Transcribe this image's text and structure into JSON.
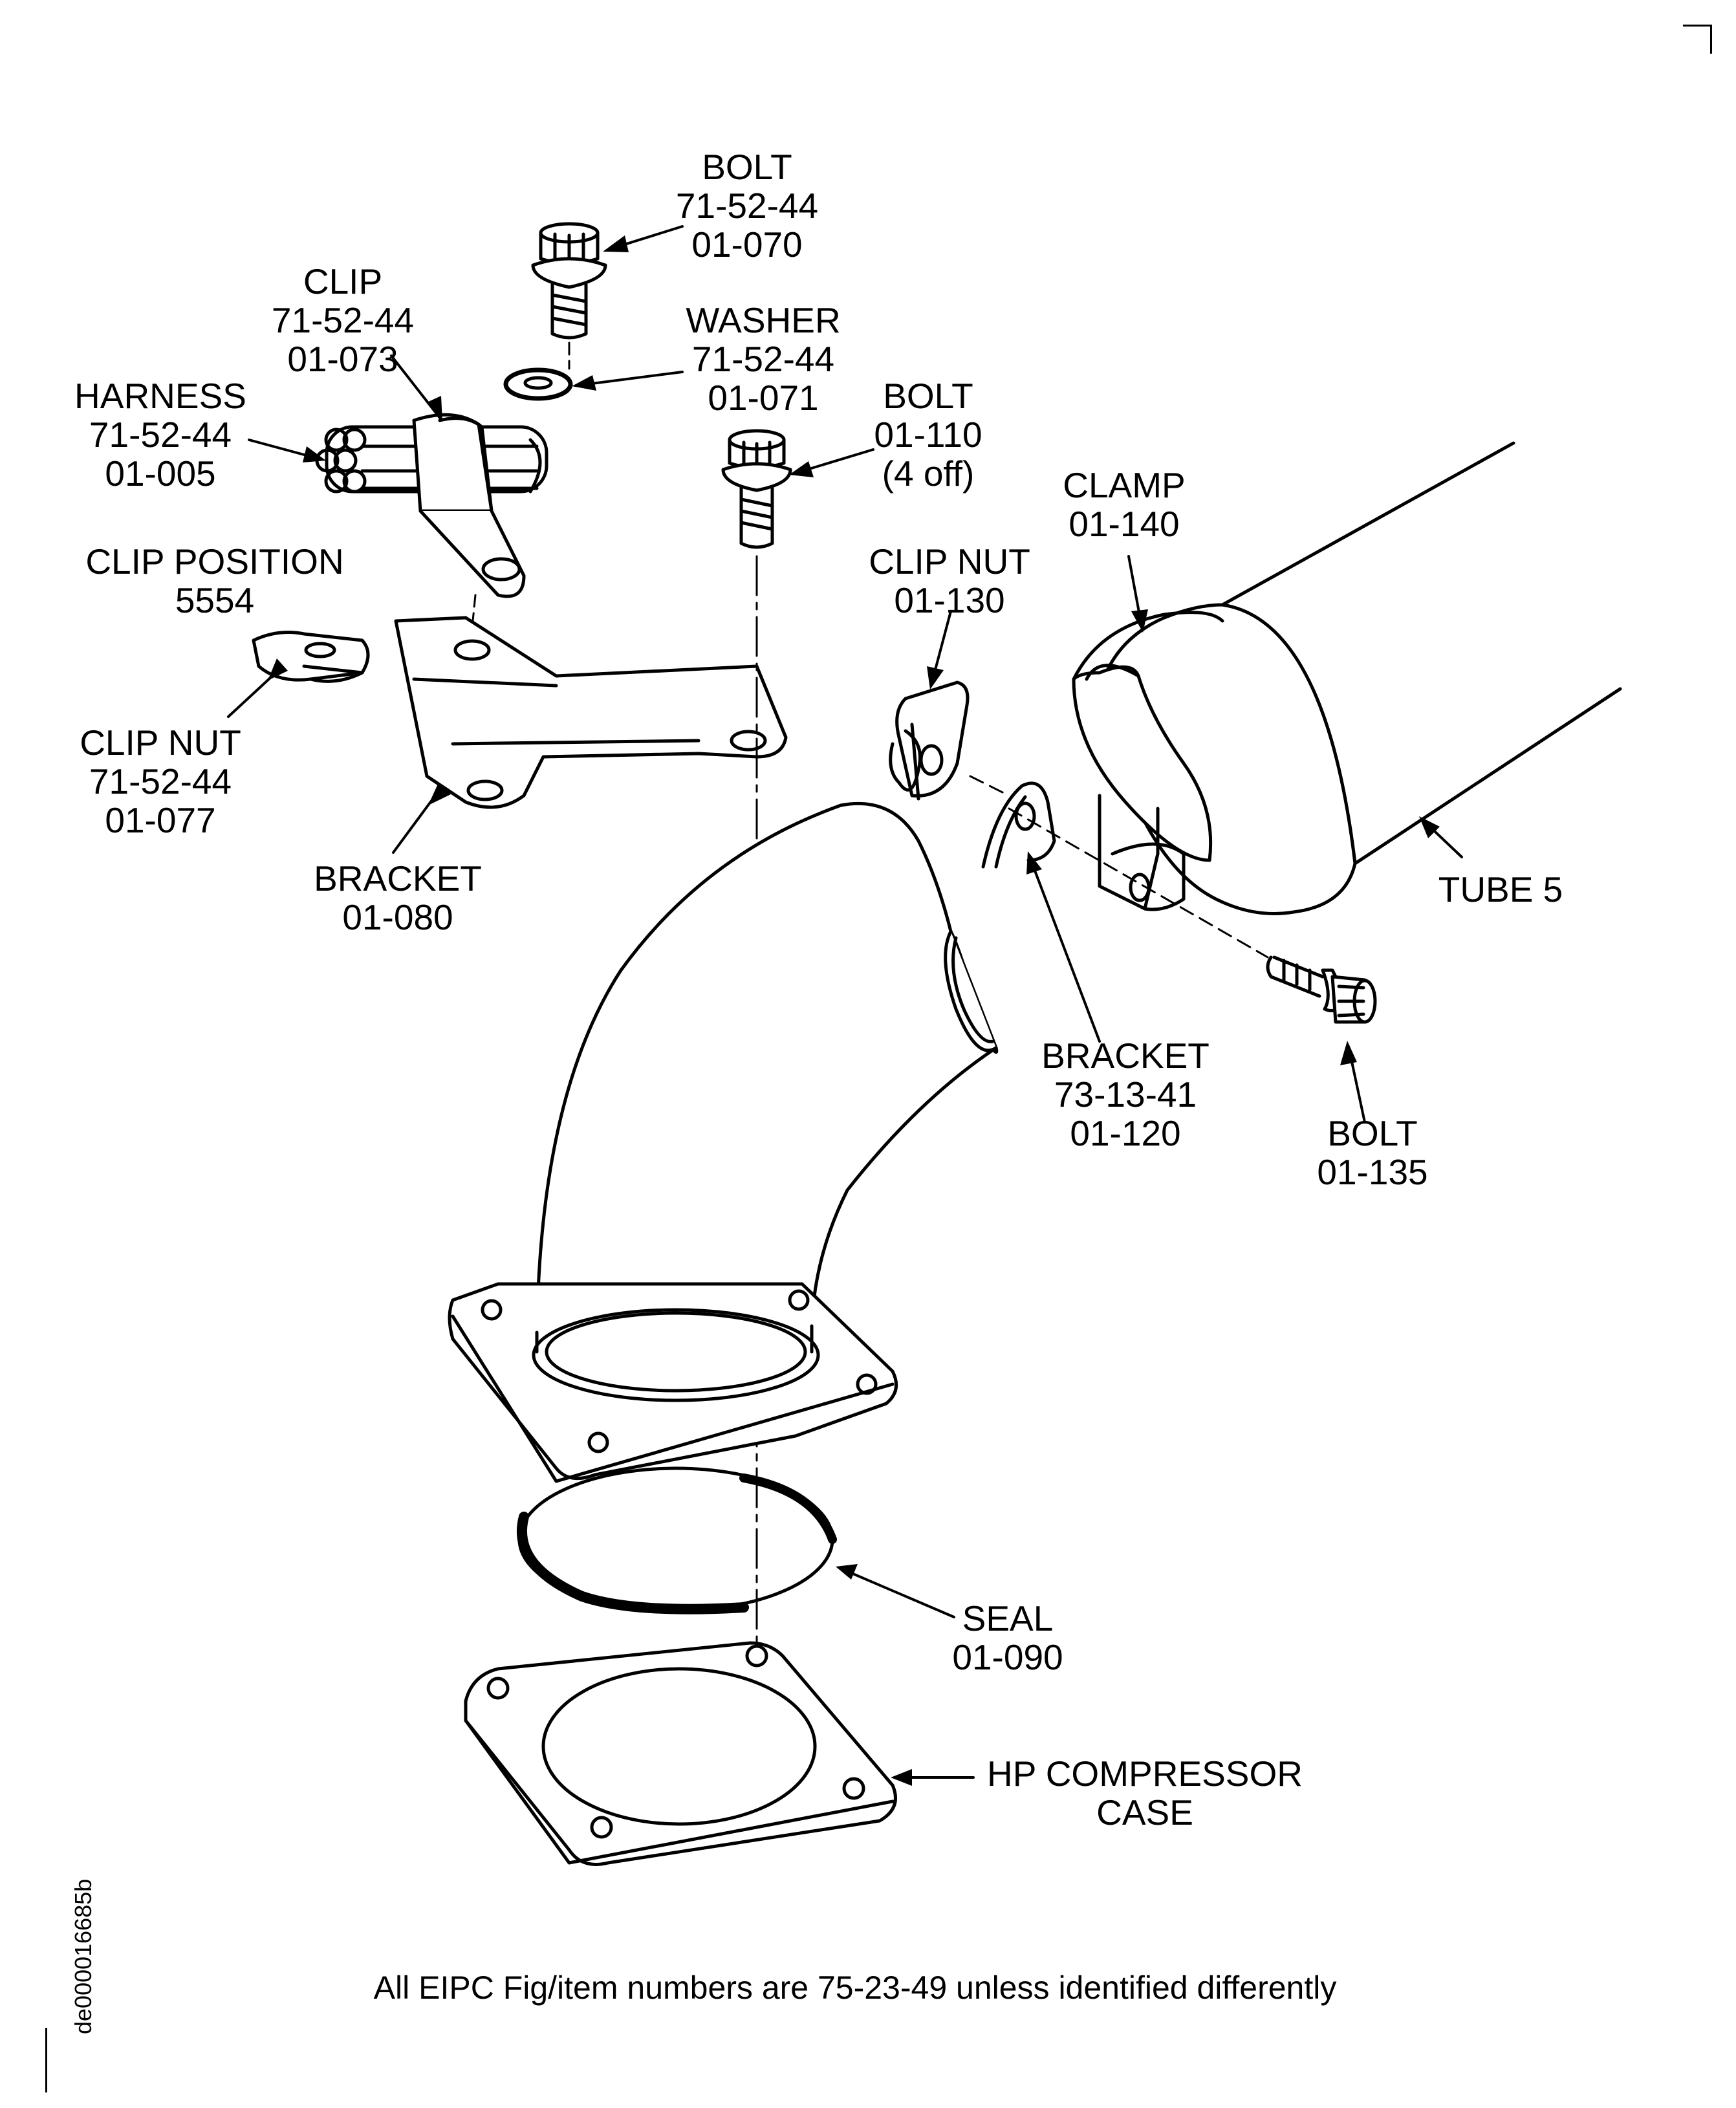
{
  "diagram": {
    "callouts": [
      {
        "id": "bolt-70",
        "lines": [
          "BOLT",
          "71-52-44",
          "01-070"
        ]
      },
      {
        "id": "clip",
        "lines": [
          "CLIP",
          "71-52-44",
          "01-073"
        ]
      },
      {
        "id": "washer",
        "lines": [
          "WASHER",
          "71-52-44",
          "01-071"
        ]
      },
      {
        "id": "harness",
        "lines": [
          "HARNESS",
          "71-52-44",
          "01-005"
        ]
      },
      {
        "id": "bolt-110",
        "lines": [
          "BOLT",
          "01-110",
          "(4 off)"
        ]
      },
      {
        "id": "clamp",
        "lines": [
          "CLAMP",
          "01-140"
        ]
      },
      {
        "id": "clip-position",
        "lines": [
          "CLIP POSITION",
          "5554"
        ]
      },
      {
        "id": "clip-nut-130",
        "lines": [
          "CLIP NUT",
          "01-130"
        ]
      },
      {
        "id": "clip-nut-77",
        "lines": [
          "CLIP NUT",
          "71-52-44",
          "01-077"
        ]
      },
      {
        "id": "bracket-80",
        "lines": [
          "BRACKET",
          "01-080"
        ]
      },
      {
        "id": "tube",
        "lines": [
          "TUBE 5"
        ]
      },
      {
        "id": "bracket-120",
        "lines": [
          "BRACKET",
          "73-13-41",
          "01-120"
        ]
      },
      {
        "id": "bolt-135",
        "lines": [
          "BOLT",
          "01-135"
        ]
      },
      {
        "id": "seal",
        "lines": [
          "SEAL",
          "01-090"
        ]
      },
      {
        "id": "hp-case",
        "lines": [
          "HP COMPRESSOR",
          "CASE"
        ]
      }
    ],
    "footnote": "All EIPC Fig/item numbers are 75-23-49 unless identified differently",
    "drawing_id": "de000016685b"
  }
}
